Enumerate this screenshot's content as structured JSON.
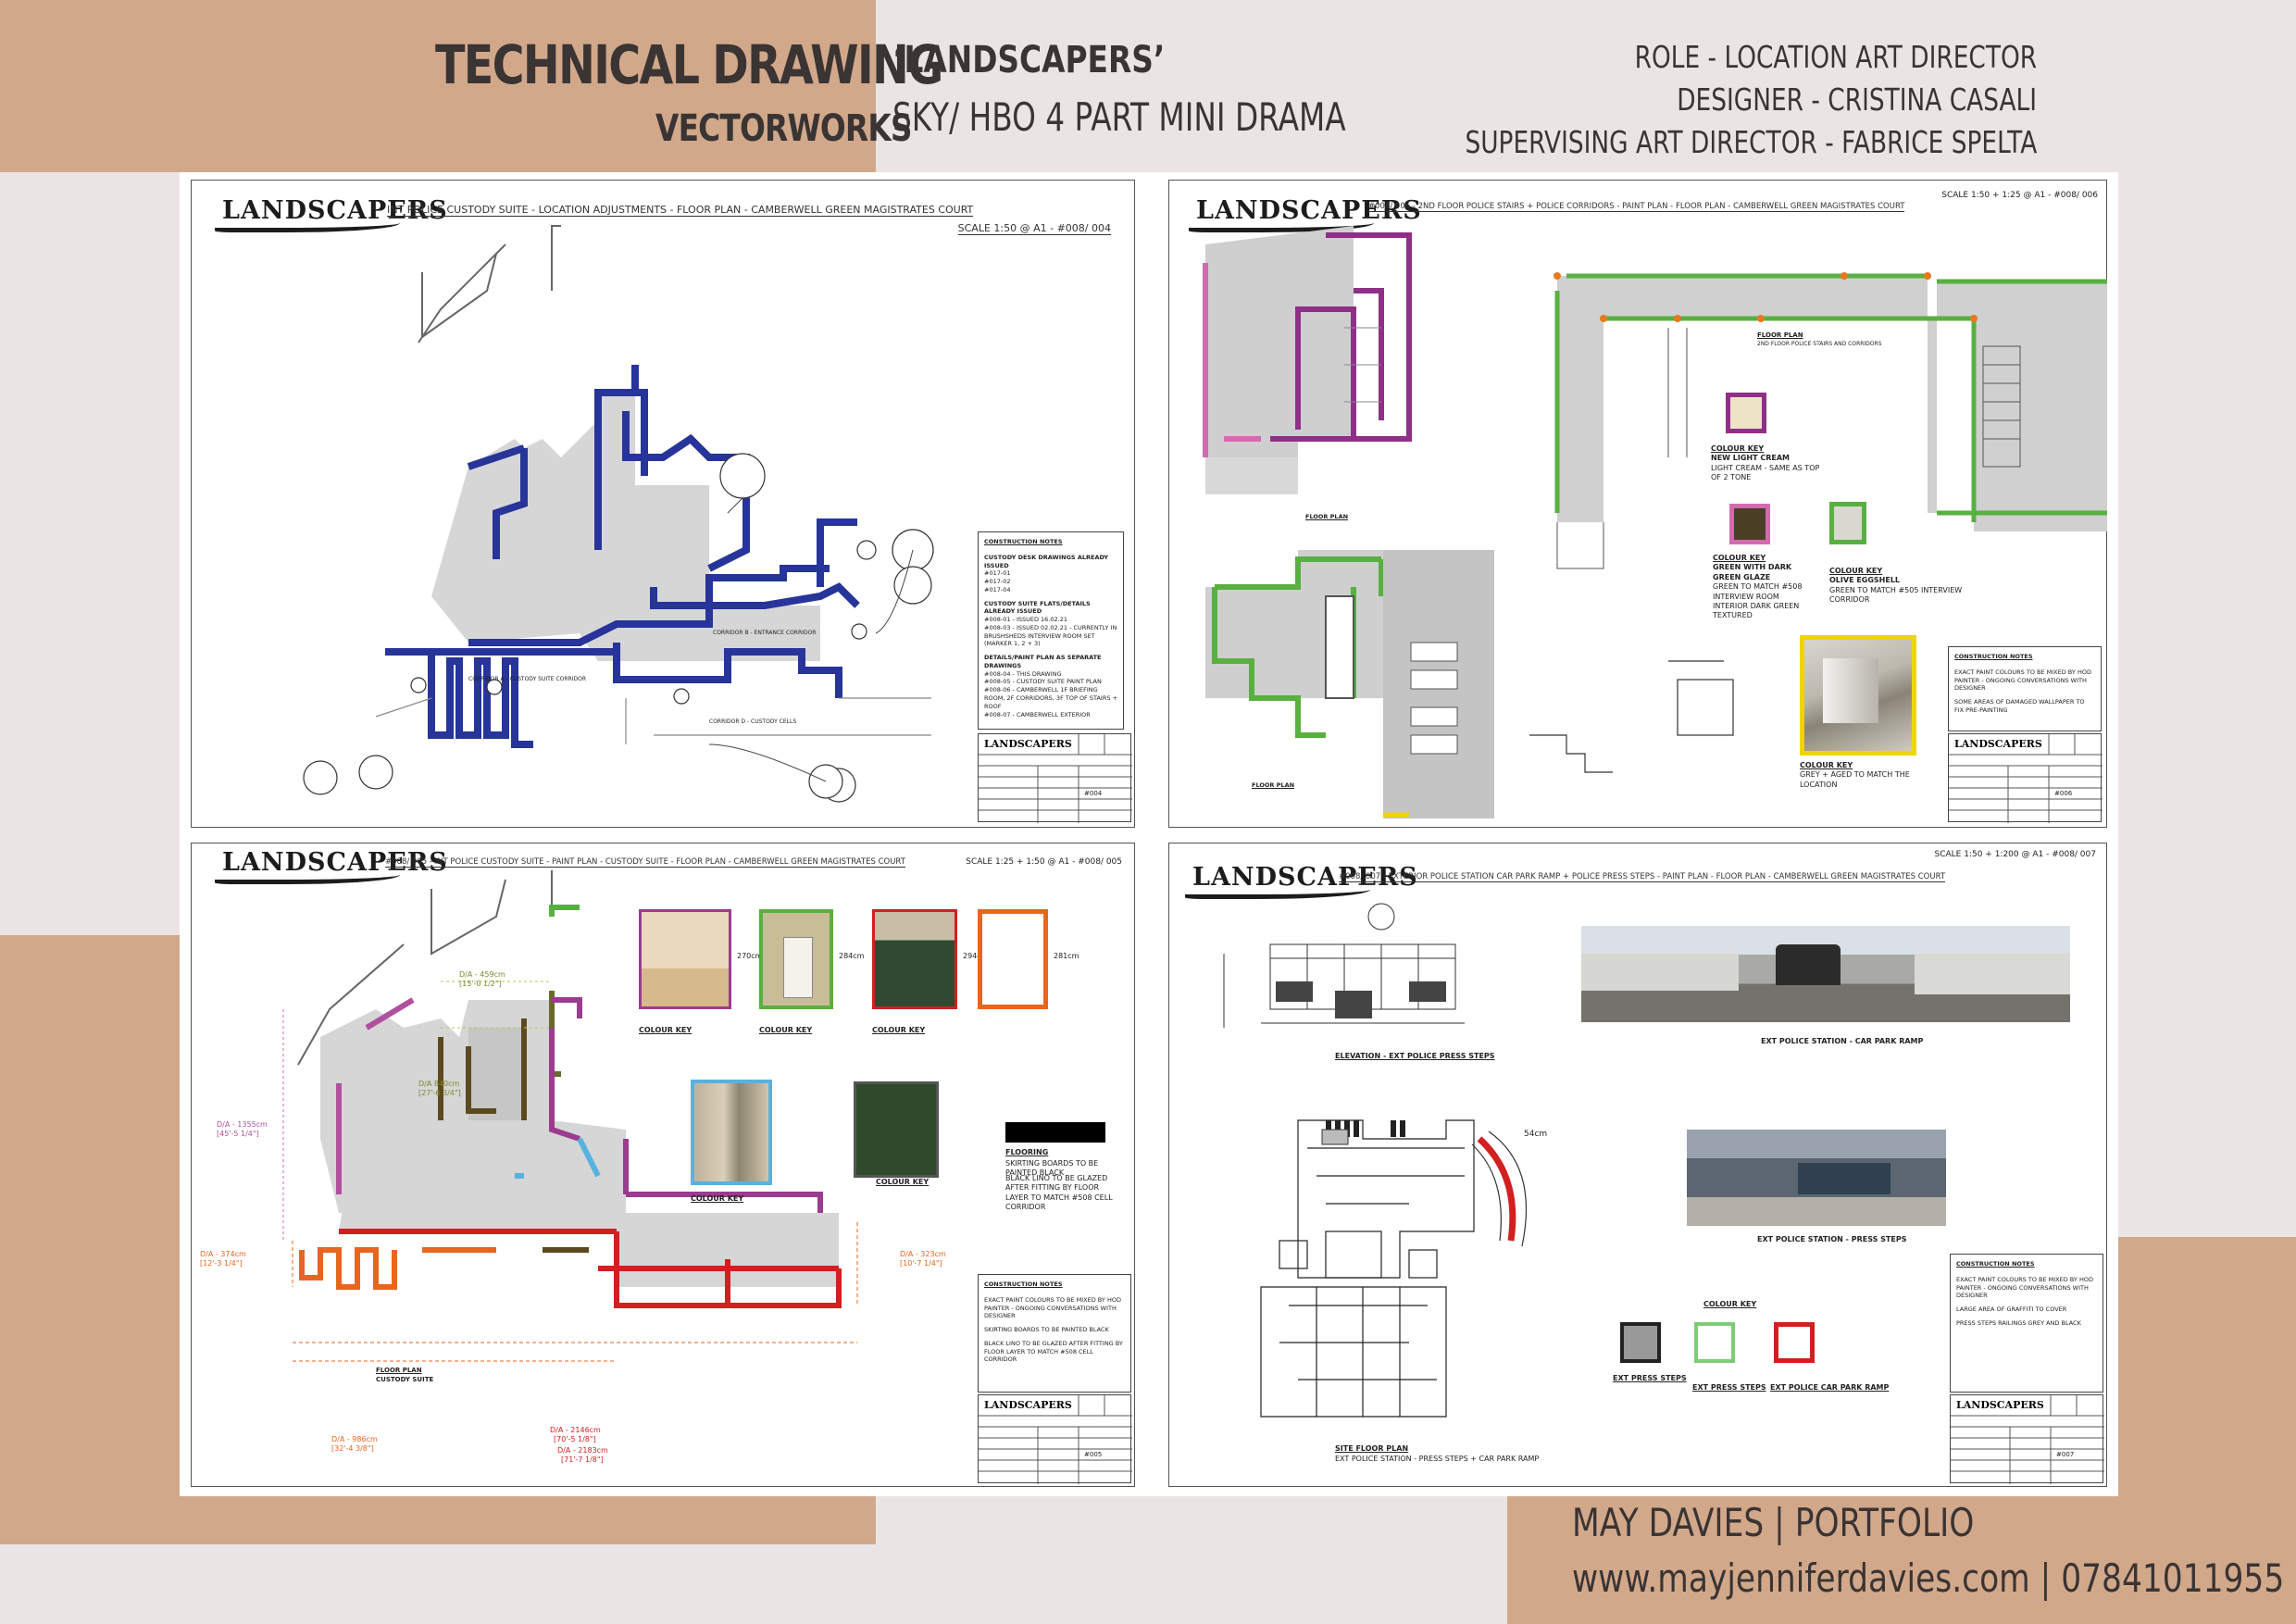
{
  "colors": {
    "accent_tan": "#d2a88b",
    "background": "#ebe4e4",
    "text_dark": "#3a3433",
    "blue_wall": "#27349a",
    "purple_wall": "#9b3c8f",
    "green_wall": "#58b040",
    "red_wall": "#d21f1f",
    "orange_wall": "#e8651e",
    "olive_wall": "#5b4a1e",
    "floor_grey": "#cfcfcf"
  },
  "header": {
    "title": "TECHNICAL DRAWING",
    "subtitle": "VECTORWORKS",
    "project_title": "‘LANDSCAPERS’",
    "project_subtitle": "SKY/ HBO 4 PART MINI DRAMA",
    "role": "ROLE - LOCATION ART DIRECTOR",
    "designer": "DESIGNER - CRISTINA CASALI",
    "supervisor": "SUPERVISING ART DIRECTOR - FABRICE SPELTA"
  },
  "footer": {
    "name": "MAY DAVIES | PORTFOLIO",
    "contact": "www.mayjenniferdavies.com  |  07841011955"
  },
  "logo_text": "LANDSCAPERS",
  "sheets": {
    "s1": {
      "title": "INT POLICE CUSTODY SUITE   -   LOCATION ADJUSTMENTS   -   FLOOR PLAN   -   CAMBERWELL GREEN MAGISTRATES COURT",
      "scale": "SCALE 1:50  @ A1   -   #008/ 004",
      "labels": {
        "corridor_east": "CORRIDOR B - ENTRANCE CORRIDOR",
        "corridor_main": "CORRIDOR A - CUSTODY SUITE CORRIDOR",
        "custody_cells": "CORRIDOR D - CUSTODY CELLS"
      },
      "notes_title": "CONSTRUCTION NOTES",
      "notes": {
        "h1": "CUSTODY DESK DRAWINGS ALREADY ISSUED",
        "l1": "#017-01",
        "l2": "#017-02",
        "l3": "#017-04",
        "h2": "CUSTODY SUITE FLATS/DETAILS ALREADY ISSUED",
        "l4": "#008-01 - ISSUED 16.02.21",
        "l5": "#008-03 - ISSUED 02.02.21 - CURRENTLY IN BRUSHSHEDS INTERVIEW ROOM SET (MARKER 1, 2 + 3)",
        "h3": "DETAILS/PAINT PLAN AS SEPARATE DRAWINGS",
        "l6": "#008-04 - THIS DRAWING",
        "l7": "#008-05 - CUSTODY SUITE PAINT PLAN",
        "l8": "#008-06 - CAMBERWELL 1F BRIEFING ROOM, 2F CORRIDORS, 3F TOP OF STAIRS + ROOF",
        "l9": "#008-07 - CAMBERWELL EXTERIOR"
      },
      "drawing_no": "#004"
    },
    "s2": {
      "title": "#008/ 006 - 2ND FLOOR POLICE STAIRS + POLICE CORRIDORS   -   PAINT PLAN   -   FLOOR PLAN   -   CAMBERWELL GREEN MAGISTRATES COURT",
      "scale": "SCALE 1:50 + 1:25  @ A1   -   #008/ 006",
      "floor_plan_caption": "FLOOR PLAN",
      "floor_plan_note": "2ND FLOOR POLICE STAIRS AND CORRIDORS",
      "key1_title": "COLOUR KEY",
      "key1_name": "NEW LIGHT CREAM",
      "key1_desc": "LIGHT CREAM - SAME AS TOP OF 2 TONE",
      "key2_title": "COLOUR KEY",
      "key2_name": "GREEN WITH DARK GREEN GLAZE",
      "key2_desc": "GREEN TO MATCH #508 INTERVIEW ROOM INTERIOR DARK GREEN TEXTURED",
      "key3_title": "COLOUR KEY",
      "key3_name": "OLIVE EGGSHELL",
      "key3_desc": "GREEN TO MATCH #505 INTERVIEW CORRIDOR",
      "plan_label_1": "FLOOR PLAN",
      "plan_label_2": "FLOOR PLAN",
      "notes_title": "CONSTRUCTION NOTES",
      "notes_1": "EXACT PAINT COLOURS TO BE MIXED BY HOD PAINTER - ONGOING CONVERSATIONS WITH DESIGNER",
      "notes_2": "SOME AREAS OF DAMAGED WALLPAPER TO FIX PRE-PAINTING",
      "photo_caption_title": "COLOUR KEY",
      "photo_caption": "GREY + AGED TO MATCH THE LOCATION",
      "drawing_no": "#006"
    },
    "s3": {
      "title": "#008/ 005 - INT POLICE CUSTODY SUITE   -   PAINT PLAN - CUSTODY SUITE   -   FLOOR PLAN   -   CAMBERWELL GREEN MAGISTRATES COURT",
      "scale": "SCALE 1:25 + 1:50  @ A1   -   #008/ 005",
      "dim_a": "D/A - 459cm",
      "dim_a2": "[15'-0 1/2\"]",
      "dim_b": "D/A 840cm",
      "dim_b2": "[27'-6 3/4\"]",
      "dim_c": "D/A - 1355cm",
      "dim_c2": "[45'-5 1/4\"]",
      "dim_d": "D/A - 374cm",
      "dim_d2": "[12'-3 1/4\"]",
      "dim_e": "D/A - 323cm",
      "dim_e2": "[10'-7 1/4\"]",
      "dim_f": "D/A - 2146cm",
      "dim_f2": "[70'-5 1/8\"]",
      "dim_g": "D/A - 986cm",
      "dim_g2": "[32'-4 3/8\"]",
      "dim_h": "D/A - 2183cm",
      "dim_h2": "[71'-7 1/8\"]",
      "sw1_h": "270cm",
      "sw2_h": "284cm",
      "sw3_h": "294cm",
      "sw4_h": "281cm",
      "floor_plan": "FLOOR PLAN",
      "floor_plan_2": "CUSTODY SUITE",
      "flooring_title": "FLOORING",
      "flooring_1": "SKIRTING BOARDS TO BE PAINTED BLACK",
      "flooring_2": "BLACK LINO TO BE GLAZED AFTER FITTING BY FLOOR LAYER TO MATCH #508 CELL CORRIDOR",
      "notes_title": "CONSTRUCTION NOTES",
      "notes_1": "EXACT PAINT COLOURS TO BE MIXED BY HOD PAINTER - ONGOING CONVERSATIONS WITH DESIGNER",
      "notes_2": "SKIRTING BOARDS TO BE PAINTED BLACK",
      "notes_3": "BLACK LINO TO BE GLAZED AFTER FITTING BY FLOOR LAYER TO MATCH #508 CELL CORRIDOR",
      "key_1": "COLOUR KEY",
      "key_2": "COLOUR KEY",
      "key_3": "COLOUR KEY",
      "key_4": "COLOUR KEY",
      "key_5": "COLOUR KEY",
      "drawing_no": "#005"
    },
    "s4": {
      "title": "#008/ 007 - EXTERIOR POLICE STATION CAR PARK RAMP + POLICE PRESS STEPS   -   PAINT PLAN   -   FLOOR PLAN   -   CAMBERWELL GREEN MAGISTRATES COURT",
      "scale": "SCALE 1:50 + 1:200  @ A1   -   #008/ 007",
      "elevation_caption": "ELEVATION - EXT POLICE PRESS STEPS",
      "ramp_caption": "EXT POLICE STATION - CAR PARK RAMP",
      "steps_caption": "EXT POLICE STATION - PRESS STEPS",
      "site_caption": "SITE FLOOR PLAN",
      "site_caption_2": "EXT POLICE STATION - PRESS STEPS + CAR PARK RAMP",
      "ramp_dim": "54cm",
      "colour_key": "COLOUR KEY",
      "key_1": "EXT PRESS STEPS",
      "key_2": "EXT PRESS STEPS",
      "key_3": "EXT POLICE CAR PARK RAMP",
      "notes_title": "CONSTRUCTION NOTES",
      "notes_1": "EXACT PAINT COLOURS TO BE MIXED BY HOD PAINTER - ONGOING CONVERSATIONS WITH DESIGNER",
      "notes_2": "LARGE AREA OF GRAFFITI TO COVER",
      "notes_3": "PRESS STEPS RAILINGS GREY AND BLACK",
      "drawing_no": "#007"
    }
  }
}
